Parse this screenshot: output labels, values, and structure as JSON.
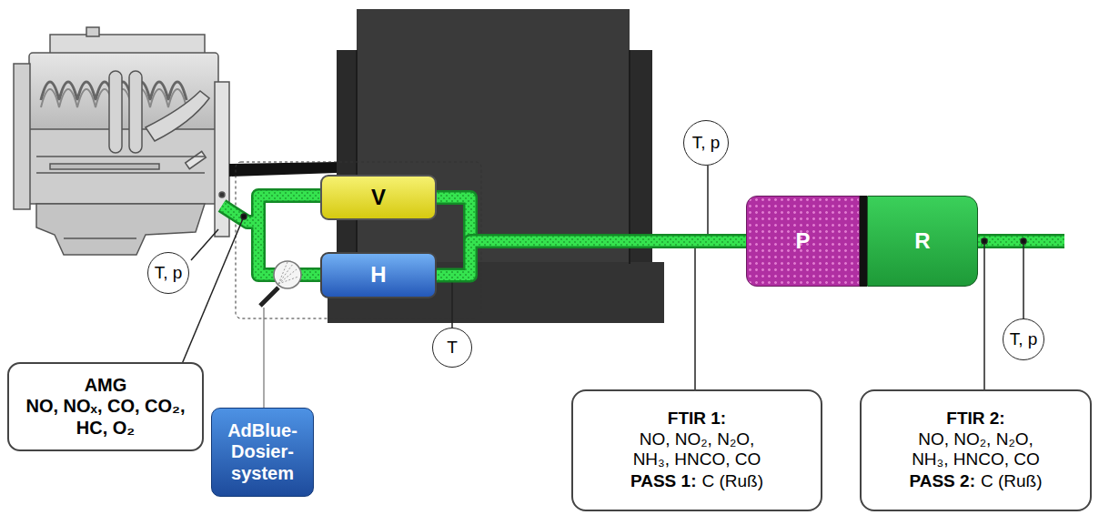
{
  "diagram": {
    "nodes": [
      {
        "text": [
          "T, p"
        ]
      },
      {
        "text": [
          "V"
        ]
      },
      {
        "text": [
          "H"
        ]
      },
      {
        "text": [
          "T, p"
        ]
      },
      {
        "text": [
          "P"
        ]
      },
      {
        "text": [
          "R"
        ]
      },
      {
        "text": [
          "T"
        ]
      },
      {
        "text": [
          "T, p"
        ]
      },
      {
        "text": [
          "AMG",
          "NO, NOₓ, CO, CO₂, HC, O₂"
        ]
      },
      {
        "text": [
          "AdBlue- Dosier- system"
        ]
      },
      {
        "text": [
          "FTIR 1:",
          "NO, NO₂, N₂O, NH₃, HNCO, CO",
          "PASS 1:",
          "C (Ruß)"
        ]
      },
      {
        "text": [
          "FTIR 2:",
          "NO, NO₂, N₂O, NH₃, HNCO, CO",
          "PASS 2:",
          "C (Ruß)"
        ]
      }
    ],
    "edges": [
      {
        "from": 1,
        "to": 4,
        "arrow": "none"
      },
      {
        "from": 2,
        "to": 4,
        "arrow": "none"
      }
    ]
  }
}
